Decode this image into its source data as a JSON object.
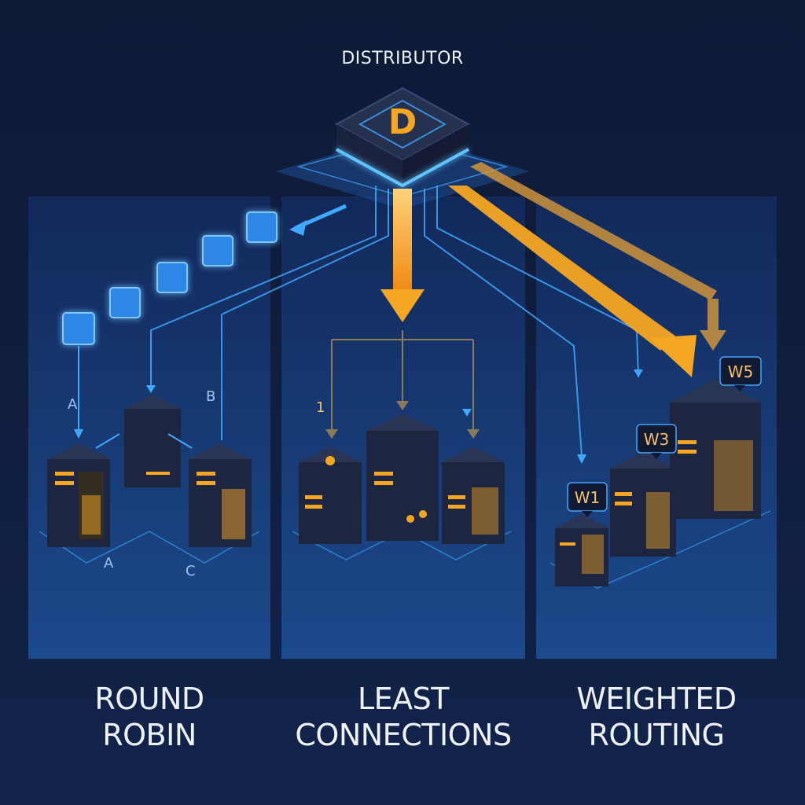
{
  "header": {
    "title": "DISTRIBUTOR"
  },
  "hub": {
    "glyph": "D"
  },
  "colors": {
    "background": "#0f1b38",
    "panel": "#17386f",
    "blue_accent": "#3fa8ff",
    "orange_accent": "#f5a623",
    "server_body": "#1d2540"
  },
  "panels": [
    {
      "name": "round-robin",
      "title_line1": "ROUND",
      "title_line2": "ROBIN",
      "labels": {
        "top_left": "A",
        "middle": "B",
        "bottom_left": "A",
        "bottom_right": "C"
      }
    },
    {
      "name": "least-connections",
      "title_line1": "LEAST",
      "title_line2": "CONNECTIONS",
      "labels": {
        "left": "1"
      }
    },
    {
      "name": "weighted-routing",
      "title_line1": "WEIGHTED",
      "title_line2": "ROUTING",
      "weights": [
        "W1",
        "W3",
        "W5"
      ]
    }
  ]
}
